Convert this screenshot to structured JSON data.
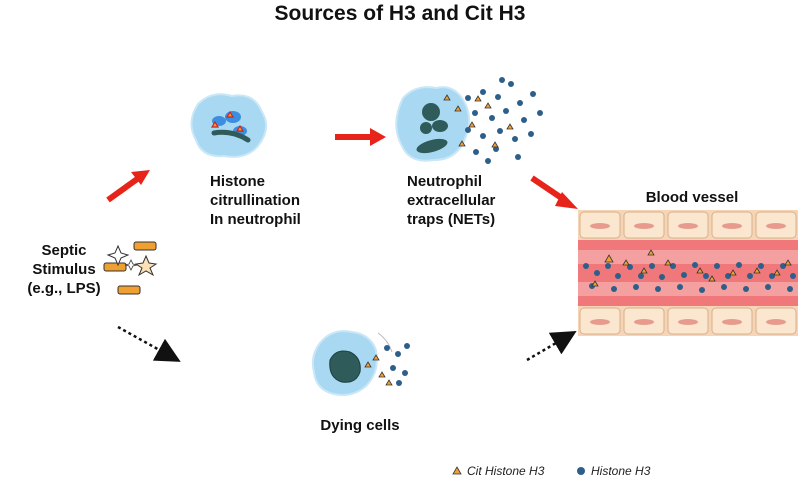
{
  "title": "Sources of H3 and Cit H3",
  "labels": {
    "stimulus": [
      "Septic",
      "Stimulus",
      "(e.g., LPS)"
    ],
    "citrullination": [
      "Histone",
      "citrullination",
      "In neutrophil"
    ],
    "nets": [
      "Neutrophil",
      "extracellular",
      "traps (NETs)"
    ],
    "blood_vessel": "Blood vessel",
    "dying_cells": "Dying cells"
  },
  "legend": {
    "cit_histone": "Cit Histone H3",
    "histone": "Histone H3"
  },
  "colors": {
    "arrow_red": "#e8231a",
    "cell_blue": "#a9d8f2",
    "nucleus_teal": "#2f5c5b",
    "cit_marker": "#f0a030",
    "histone_marker": "#2d5f8a",
    "vessel_red": "#f0787a",
    "vessel_wall": "#f5d5b5"
  },
  "icons": {
    "stimulus": "lps-stimulus-icon",
    "neutrophil": "neutrophil-icon",
    "net_cell": "net-cell-icon",
    "dying_cell": "dying-cell-icon",
    "vessel": "blood-vessel-icon"
  }
}
